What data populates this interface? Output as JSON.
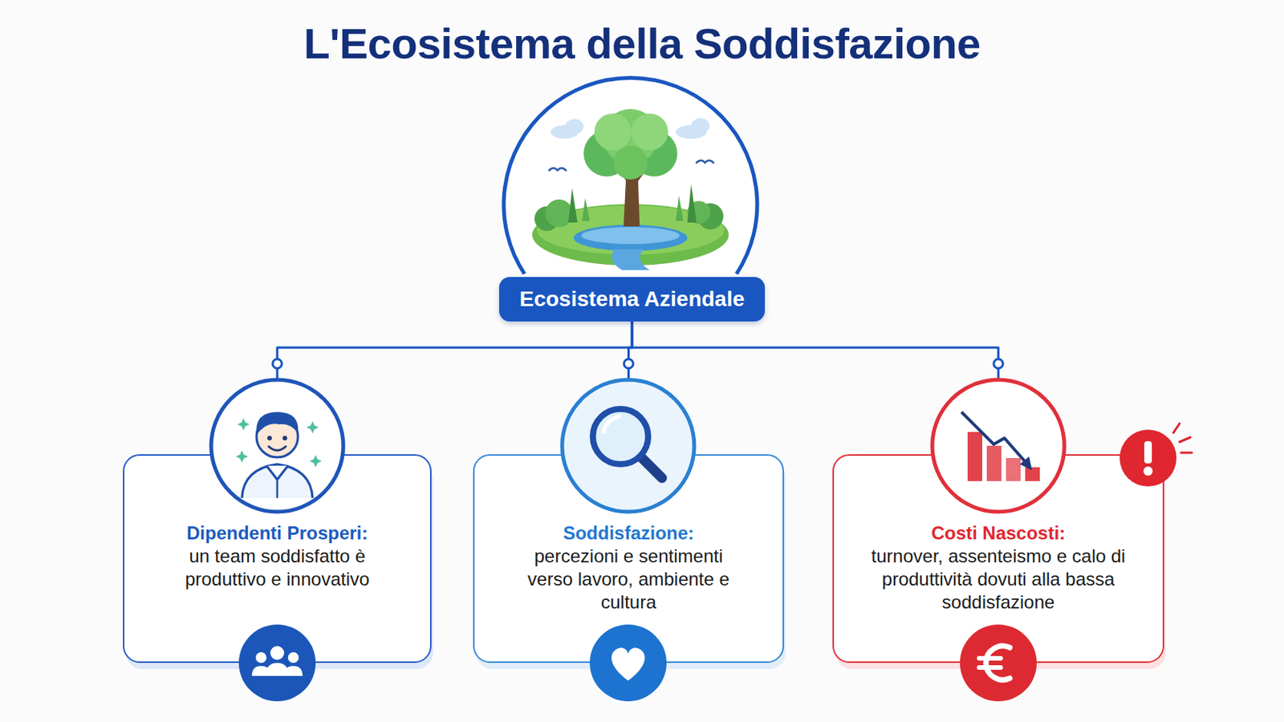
{
  "diagram": {
    "title": "L'Ecosistema della Soddisfazione",
    "nodes": [
      {
        "text": [
          "Ecosistema Aziendale"
        ]
      },
      {
        "text": [
          "Dipendenti Prosperi:",
          "un team soddisfatto è produttivo e innovativo"
        ]
      },
      {
        "text": [
          "Soddisfazione:",
          "percezioni e sentimenti verso lavoro, ambiente e cultura"
        ]
      },
      {
        "text": [
          "Costi Nascosti:",
          "turnover, assenteismo e calo di produttività dovuti alla bassa soddisfazione"
        ]
      }
    ],
    "edges": [
      {
        "from": 0,
        "to": 1,
        "arrow": "none"
      },
      {
        "from": 0,
        "to": 2,
        "arrow": "none"
      },
      {
        "from": 0,
        "to": 3,
        "arrow": "none"
      }
    ]
  }
}
